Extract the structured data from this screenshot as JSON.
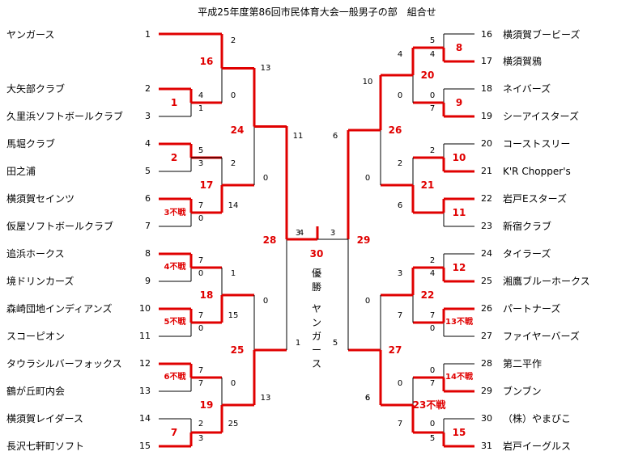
{
  "title": "平成25年度第86回市民体育大会一般男子の部　組合せ",
  "left_teams": [
    {
      "seed": "1",
      "name": "ヤンガース"
    },
    {
      "seed": "2",
      "name": "大矢部クラブ"
    },
    {
      "seed": "3",
      "name": "久里浜ソフトボールクラブ"
    },
    {
      "seed": "4",
      "name": "馬堀クラブ"
    },
    {
      "seed": "5",
      "name": "田之浦"
    },
    {
      "seed": "6",
      "name": "横須賀セインツ"
    },
    {
      "seed": "7",
      "name": "仮屋ソフトボールクラブ"
    },
    {
      "seed": "8",
      "name": "追浜ホークス"
    },
    {
      "seed": "9",
      "name": "境ドリンカーズ"
    },
    {
      "seed": "10",
      "name": "森崎団地インディアンズ"
    },
    {
      "seed": "11",
      "name": "スコーピオン"
    },
    {
      "seed": "12",
      "name": "タウラシルバーフォックス"
    },
    {
      "seed": "13",
      "name": "鶴が丘町内会"
    },
    {
      "seed": "14",
      "name": "横須賀レイダース"
    },
    {
      "seed": "15",
      "name": "長沢七軒町ソフト"
    }
  ],
  "right_teams": [
    {
      "seed": "16",
      "name": "横須賀ブービーズ"
    },
    {
      "seed": "17",
      "name": "横須賀鴉"
    },
    {
      "seed": "18",
      "name": "ネイバーズ"
    },
    {
      "seed": "19",
      "name": "シーアイスターズ"
    },
    {
      "seed": "20",
      "name": "コーストスリー"
    },
    {
      "seed": "21",
      "name": "K'R Chopper's"
    },
    {
      "seed": "22",
      "name": "岩戸Eスターズ"
    },
    {
      "seed": "23",
      "name": "新宿クラブ"
    },
    {
      "seed": "24",
      "name": "タイラーズ"
    },
    {
      "seed": "25",
      "name": "湘鷹ブルーホークス"
    },
    {
      "seed": "26",
      "name": "パートナーズ"
    },
    {
      "seed": "27",
      "name": "ファイヤーバーズ"
    },
    {
      "seed": "28",
      "name": "第二平作"
    },
    {
      "seed": "29",
      "name": "ブンブン"
    },
    {
      "seed": "30",
      "name": "（株）やまびこ"
    },
    {
      "seed": "31",
      "name": "岩戸イーグルス"
    }
  ],
  "scores": [
    "2",
    "0",
    "4",
    "1",
    "5",
    "3",
    "2",
    "0",
    "7",
    "0",
    "7",
    "14",
    "7",
    "0",
    "1",
    "7",
    "0",
    "15",
    "7",
    "0",
    "2",
    "3",
    "25",
    "13",
    "13",
    "0",
    "11",
    "1",
    "3",
    "4",
    "3",
    "4",
    "5",
    "0",
    "6",
    "7",
    "10",
    "0",
    "2",
    "6",
    "6",
    "5",
    "4",
    "2",
    "0",
    "0",
    "7",
    "2",
    "4",
    "7",
    "0",
    "0",
    "7",
    "7",
    "0",
    "0",
    "5",
    "6",
    "3"
  ],
  "matches": [
    "1",
    "2",
    "3不戦",
    "4不戦",
    "5不戦",
    "6不戦",
    "7",
    "8",
    "9",
    "10",
    "11",
    "12",
    "13不戦",
    "14不戦",
    "15",
    "16",
    "17",
    "18",
    "19",
    "20",
    "21",
    "22",
    "23不戦",
    "24",
    "25",
    "26",
    "27",
    "28",
    "29",
    "30"
  ],
  "champion": {
    "label": "優勝",
    "name": "ヤンガース"
  },
  "colors": {
    "line": "#000000",
    "win": "#e00000"
  }
}
